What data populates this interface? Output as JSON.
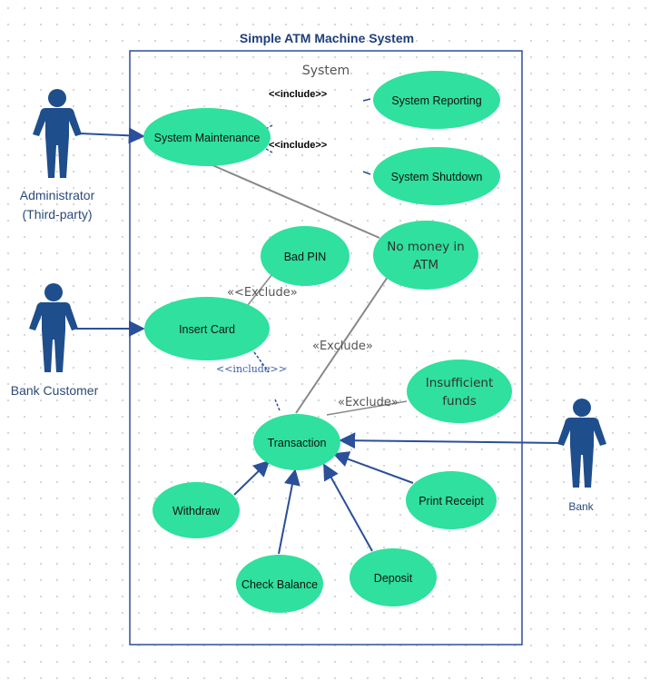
{
  "title": "Simple ATM Machine System",
  "system_label": "System",
  "actors": {
    "administrator": {
      "line1": "Administrator",
      "line2": "(Third-party)"
    },
    "customer": {
      "label": "Bank Customer"
    },
    "bank": {
      "label": "Bank"
    }
  },
  "use_cases": {
    "system_maintenance": "System Maintenance",
    "system_reporting": "System Reporting",
    "system_shutdown": "System Shutdown",
    "bad_pin": "Bad PIN",
    "no_money_line1": "No money in",
    "no_money_line2": "ATM",
    "insert_card": "Insert Card",
    "insufficient_line1": "Insufficient",
    "insufficient_line2": "funds",
    "transaction": "Transaction",
    "withdraw": "Withdraw",
    "check_balance": "Check Balance",
    "deposit": "Deposit",
    "print_receipt": "Print Receipt"
  },
  "stereotypes": {
    "include_reporting": "<<include>>",
    "include_shutdown": "<<include>>",
    "exclude_badpin": "«<Exclude»",
    "include_transaction": "<<include>>",
    "exclude_nomoney": "«Exclude»",
    "exclude_insufficient": "«Exclude»"
  },
  "colors": {
    "use_case": "#2fe09e",
    "actor": "#1f4e8c",
    "connector": "#2b4f99",
    "system_border": "#2b4f99",
    "grey_line": "#888888"
  }
}
